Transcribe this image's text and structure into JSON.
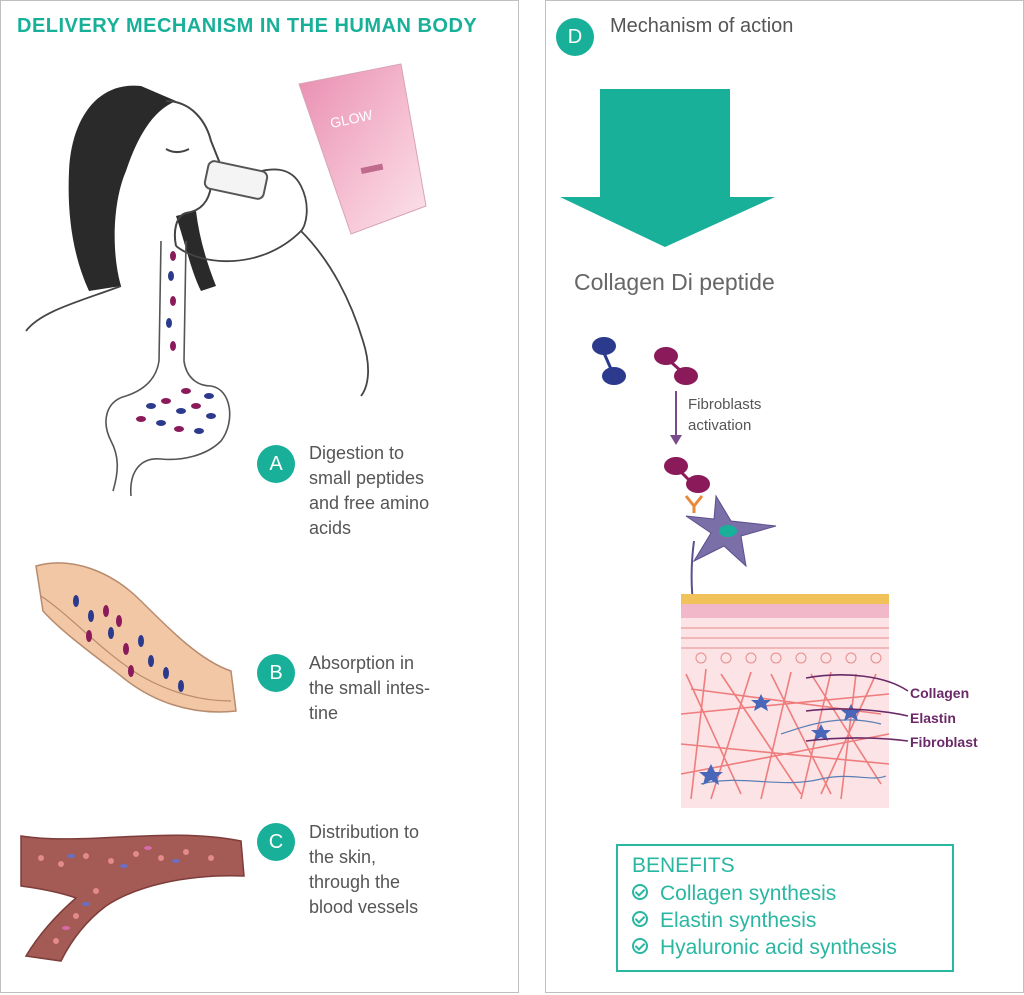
{
  "left": {
    "title": "DELIVERY MECHANISM IN THE HUMAN BODY",
    "steps": [
      {
        "badge": "A",
        "text": "Digestion to\nsmall peptides\nand free amino\nacids"
      },
      {
        "badge": "B",
        "text": "Absorption in\nthe small intes-\ntine"
      },
      {
        "badge": "C",
        "text": "Distribution to\nthe skin,\nthrough the\nblood vessels"
      }
    ],
    "package_logo": "GLOW"
  },
  "right": {
    "badge": "D",
    "title": "Mechanism of action",
    "dipeptide_label": "Collagen Di peptide",
    "fibroblast_activation": "Fibroblasts\nactivation",
    "skin_labels": [
      "Collagen",
      "Elastin",
      "Fibroblast"
    ],
    "benefits": {
      "title": "BENEFITS",
      "items": [
        "Collagen synthesis",
        "Elastin synthesis",
        "Hyaluronic acid synthesis"
      ]
    }
  },
  "colors": {
    "accent": "#19b09a",
    "peptide_blue": "#2b3a8c",
    "peptide_magenta": "#8a1a5a",
    "label_purple": "#6a2a68"
  }
}
